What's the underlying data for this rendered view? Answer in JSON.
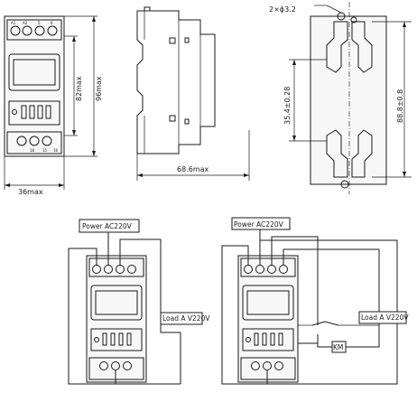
{
  "dimensions": {
    "front_width": "36max",
    "front_height_outer": "96max",
    "front_height_inner": "82max",
    "side_depth": "68.6max",
    "hole_spec": "2×ϕ3.2",
    "mount_pitch": "35.4±0.28",
    "mount_height": "88.8±0.8"
  },
  "terminals": {
    "top": [
      "A1",
      "A2",
      "5",
      "6"
    ],
    "bottom": [
      "18",
      "15",
      "16"
    ]
  },
  "wiring_left": {
    "power_label": "Power  AC220V",
    "load_label": "Load A V220V"
  },
  "wiring_right": {
    "power_label": "Power  AC220V",
    "load_label": "Load  A  V220V",
    "contactor_label": "KM"
  }
}
